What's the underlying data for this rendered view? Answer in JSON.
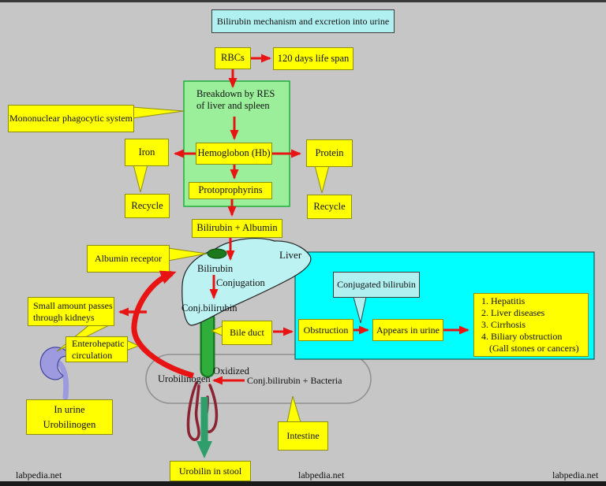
{
  "title": "Bilirubin mechanism and excretion into urine",
  "colors": {
    "bg": "#c6c6c6",
    "ink": "#111111",
    "yellow": "#ffff00",
    "ybord": "#8d8d10",
    "palecyan": "#b0f0f0",
    "cyan": "#00ffff",
    "green": "#9bef9b",
    "greenbord": "#1fae3a",
    "red": "#e81414",
    "darkred": "#8c2332",
    "tube": "#2fae3c",
    "tubeedge": "#187a22",
    "garrow": "#2f9e6a",
    "kidney": "#9e9ae0",
    "kidneyedge": "#4444a0",
    "liver": "#bdf2f2",
    "bar": "#1a1a1a"
  },
  "top_flow": {
    "rbcs": "RBCs",
    "lifespan": "120 days life span"
  },
  "res_box": {
    "line1": "Breakdown by RES",
    "line2": "of liver and spleen",
    "hemoglobin": "Hemoglobon (Hb)",
    "protoporphyrins": "Protoprophyrins"
  },
  "side_boxes": {
    "iron": "Iron",
    "protein": "Protein",
    "recycle_left": "Recycle",
    "recycle_right": "Recycle"
  },
  "callouts": {
    "mononuclear": "Mononuclear phagocytic system",
    "albumin_receptor": "Albumin receptor",
    "conjugated_bilirubin": "Conjugated bilirubin",
    "bile_duct": "Bile duct",
    "intestine": "Intestine",
    "small_amount_line1": "Small amount passes",
    "small_amount_line2": "through kidneys",
    "enterohepatic_line1": "Enterohepatic",
    "enterohepatic_line2": "circulation"
  },
  "mid_flow": {
    "bilirubin_albumin": "Bilirubin + Albumin"
  },
  "liver": {
    "label": "Liver",
    "bilirubin": "Bilirubin",
    "conjugation": "Conjugation",
    "conj_bilirubin": "Conj.bilirubin"
  },
  "right_panel": {
    "obstruction": "Obstruction",
    "appears_in_urine": "Appears in urine",
    "diseases": [
      "1. Hepatitis",
      "2. Liver diseases",
      "3. Cirrhosis",
      "4. Biliary obstruction",
      "(Gall stones or cancers)"
    ]
  },
  "kidney_path": {
    "in_urine_line1": "In urine",
    "in_urine_line2": "Urobilinogen"
  },
  "intestine": {
    "urobilinogen": "Urobilinogen",
    "oxidized": "Oxidized",
    "conj_bacteria": "Conj.bilirubin + Bacteria",
    "urobilin_stool": "Urobilin in stool"
  },
  "footer": {
    "left": "labpedia.net",
    "center": "labpedia.net",
    "right": "labpedia.net"
  }
}
